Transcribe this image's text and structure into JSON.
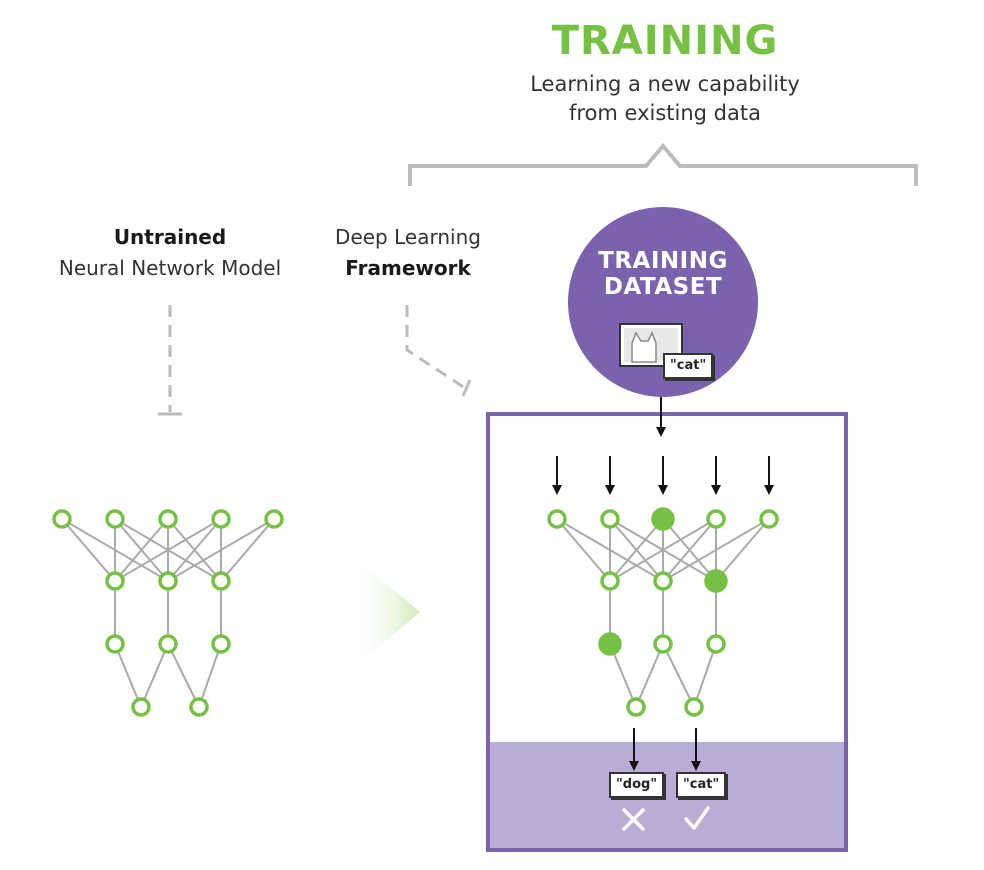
{
  "header": {
    "title": "TRAINING",
    "subtitle_line1": "Learning a new capability",
    "subtitle_line2": "from existing data"
  },
  "untrained": {
    "bold_text": "Untrained",
    "text": "Neural Network Model"
  },
  "framework": {
    "text": "Deep Learning",
    "bold_text": "Framework"
  },
  "dataset": {
    "line1": "TRAINING",
    "line2": "DATASET",
    "sample_tag": "\"cat\""
  },
  "outputs": {
    "dog_tag": "\"dog\"",
    "cat_tag": "\"cat\"",
    "dog_mark": "wrong-cross-icon",
    "cat_mark": "correct-check-icon"
  },
  "colors": {
    "green": "#76c043",
    "purple": "#7a62ad",
    "purple_light": "#b9add6",
    "edge": "#aaaaaa",
    "dash": "#bbbbbb"
  }
}
